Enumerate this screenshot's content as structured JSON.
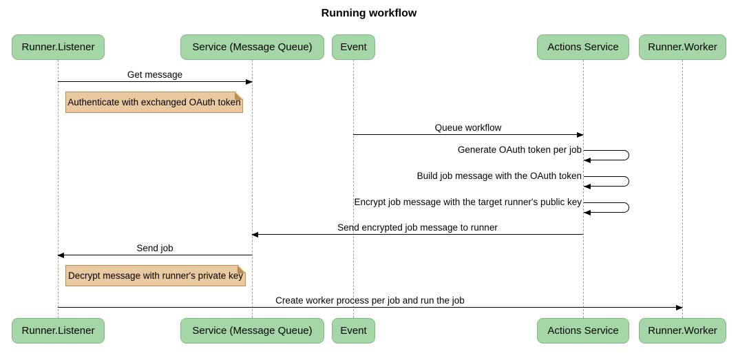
{
  "title": "Running workflow",
  "participants": [
    {
      "label": "Runner.Listener"
    },
    {
      "label": "Service (Message Queue)"
    },
    {
      "label": "Event"
    },
    {
      "label": "Actions Service"
    },
    {
      "label": "Runner.Worker"
    }
  ],
  "messages": [
    {
      "label": "Get message",
      "from": "Runner.Listener",
      "to": "Service (Message Queue)",
      "kind": "arrow"
    },
    {
      "label": "Queue workflow",
      "from": "Event",
      "to": "Actions Service",
      "kind": "arrow"
    },
    {
      "label": "Generate OAuth token per job",
      "from": "Actions Service",
      "to": "Actions Service",
      "kind": "self"
    },
    {
      "label": "Build job message with the OAuth token",
      "from": "Actions Service",
      "to": "Actions Service",
      "kind": "self"
    },
    {
      "label": "Encrypt job message with the target runner's public key",
      "from": "Actions Service",
      "to": "Actions Service",
      "kind": "self"
    },
    {
      "label": "Send encrypted job message to runner",
      "from": "Actions Service",
      "to": "Service (Message Queue)",
      "kind": "arrow"
    },
    {
      "label": "Send job",
      "from": "Service (Message Queue)",
      "to": "Runner.Listener",
      "kind": "arrow"
    },
    {
      "label": "Create worker process per job and run the job",
      "from": "Runner.Listener",
      "to": "Runner.Worker",
      "kind": "arrow"
    }
  ],
  "notes": [
    {
      "label": "Authenticate with exchanged OAuth token",
      "near": "Runner.Listener"
    },
    {
      "label": "Decrypt message with runner's private key",
      "near": "Runner.Listener"
    }
  ],
  "colors": {
    "participant_fill": "#a5d6a7",
    "participant_border": "#84b483",
    "note_fill": "#e8c9a0",
    "note_border": "#bb8d52",
    "lifeline": "#9b9b9b",
    "arrow": "#000000",
    "background": "#ffffff"
  }
}
